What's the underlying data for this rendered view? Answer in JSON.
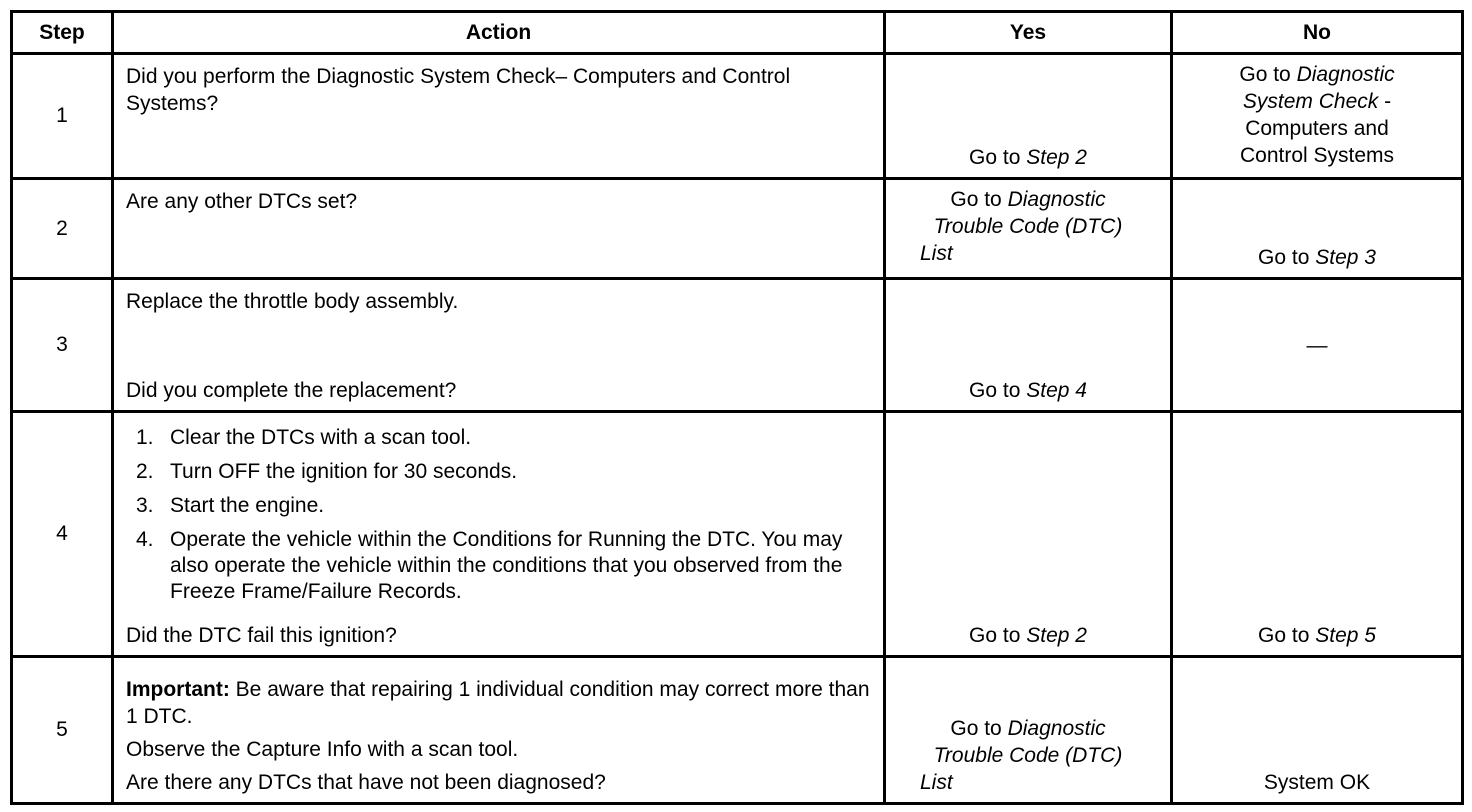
{
  "headers": {
    "step": "Step",
    "action": "Action",
    "yes": "Yes",
    "no": "No"
  },
  "rows": [
    {
      "step": "1",
      "action": "Did you perform the Diagnostic System Check– Computers and Control Systems?",
      "yes_prefix": "Go to",
      "yes_ref": "Step 2",
      "no_prefix": "Go to",
      "no_ref_1": "Diagnostic",
      "no_ref_2": "System Check",
      "no_suffix": "-",
      "no_line3": "Computers and",
      "no_line4": "Control Systems"
    },
    {
      "step": "2",
      "action": "Are any other DTCs set?",
      "yes_prefix": "Go to",
      "yes_ref_1": "Diagnostic",
      "yes_ref_2": "Trouble Code (DTC)",
      "yes_ref_3": "List",
      "no_prefix": "Go to",
      "no_ref": "Step 3"
    },
    {
      "step": "3",
      "action_1": "Replace the throttle body assembly.",
      "action_2": "Did you complete the replacement?",
      "yes_prefix": "Go to",
      "yes_ref": "Step 4",
      "no": "—"
    },
    {
      "step": "4",
      "list": [
        {
          "num": "1.",
          "text": "Clear the DTCs with a scan tool."
        },
        {
          "num": "2.",
          "text": "Turn OFF the ignition for 30 seconds."
        },
        {
          "num": "3.",
          "text": "Start the engine."
        },
        {
          "num": "4.",
          "text": "Operate the vehicle within the Conditions for Running the DTC. You may also operate the vehicle within the conditions that you observed from the Freeze Frame/Failure Records."
        }
      ],
      "question": "Did the DTC fail this ignition?",
      "yes_prefix": "Go to",
      "yes_ref": "Step 2",
      "no_prefix": "Go to",
      "no_ref": "Step 5"
    },
    {
      "step": "5",
      "important_label": "Important:",
      "important_text": "Be aware that repairing 1 individual condition may correct more than 1 DTC.",
      "action_2": "Observe the Capture Info with a scan tool.",
      "action_3": "Are there any DTCs that have not been diagnosed?",
      "yes_prefix": "Go to",
      "yes_ref_1": "Diagnostic",
      "yes_ref_2": "Trouble Code (DTC)",
      "yes_ref_3": "List",
      "no": "System OK"
    }
  ]
}
